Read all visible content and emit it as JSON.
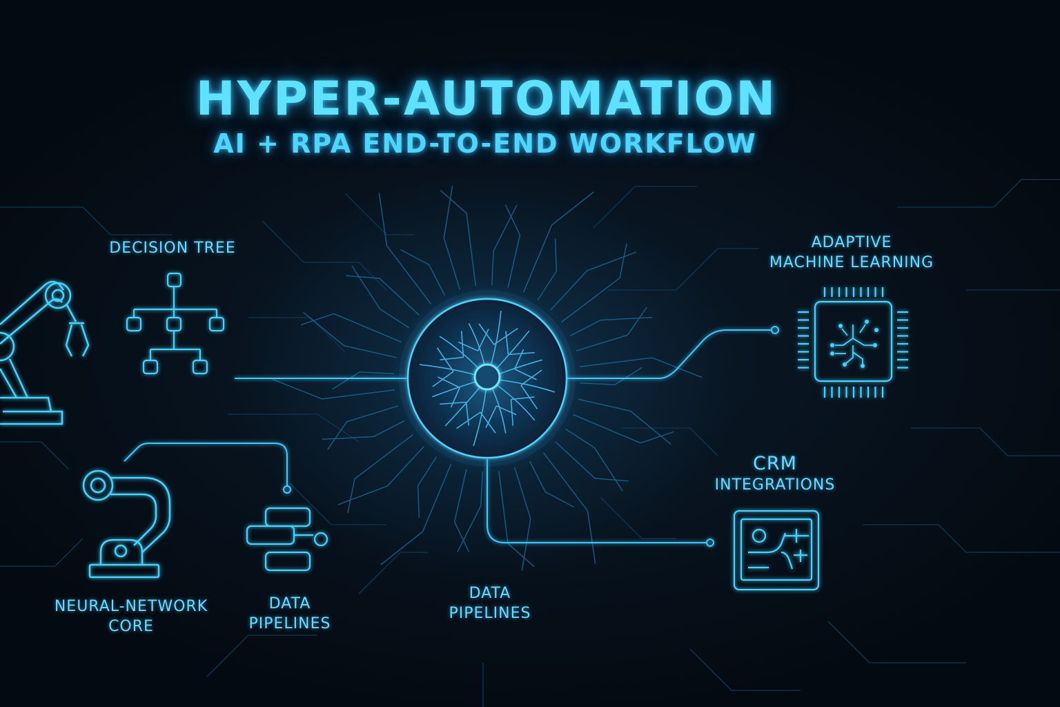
{
  "header": {
    "title": "HYPER-AUTOMATION",
    "subtitle": "AI + RPA END-TO-END WORKFLOW"
  },
  "nodes": {
    "decision_tree": {
      "lines": [
        "DECISION TREE"
      ],
      "icon": "decision-tree-icon"
    },
    "adaptive_ml": {
      "lines": [
        "ADAPTIVE",
        "MACHINE LEARNING"
      ],
      "icon": "chip-icon"
    },
    "crm": {
      "lines": [
        "CRM",
        "INTEGRATIONS"
      ],
      "icon": "crm-panel-icon"
    },
    "neural_core": {
      "lines": [
        "NEURAL-NETWORK",
        "CORE"
      ],
      "icon": "robotic-arm-icon"
    },
    "data_pipelines_left": {
      "lines": [
        "DATA",
        "PIPELINES"
      ],
      "icon": "pipeline-blocks-icon"
    },
    "data_pipelines_center": {
      "lines": [
        "DATA",
        "PIPELINES"
      ],
      "icon": "neural-core-icon"
    }
  },
  "colors": {
    "background": "#07121d",
    "accent": "#3fd0ff",
    "accent_glow": "#1aa8ff",
    "trace": "#0f3550"
  }
}
